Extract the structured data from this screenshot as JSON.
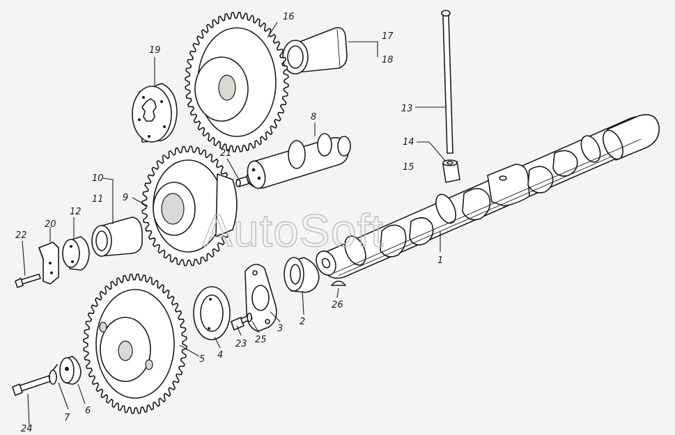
{
  "watermark": "AutoSoft",
  "labels": {
    "l1": "1",
    "l2": "2",
    "l3": "3",
    "l4": "4",
    "l5": "5",
    "l6": "6",
    "l7": "7",
    "l8": "8",
    "l9": "9",
    "l10": "10",
    "l11": "11",
    "l12": "12",
    "l13": "13",
    "l14": "14",
    "l15": "15",
    "l16": "16",
    "l17": "17",
    "l18": "18",
    "l19": "19",
    "l20": "20",
    "l21": "21",
    "l22": "22",
    "l23": "23",
    "l24": "24",
    "l25": "25",
    "l26": "26"
  },
  "colors": {
    "ink": "#1a1a1a",
    "paper": "#f4f4f2",
    "watermark": "#bdbdbd"
  }
}
